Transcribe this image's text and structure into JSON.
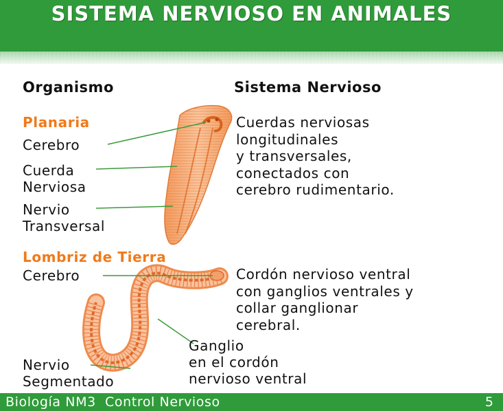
{
  "title": "SISTEMA NERVIOSO EN ANIMALES",
  "columns": {
    "left": "Organismo",
    "right": "Sistema Nervioso"
  },
  "planaria": {
    "name": "Planaria",
    "labels": {
      "brain": "Cerebro",
      "cord_1": "Cuerda",
      "cord_2": "Nerviosa",
      "nerve_1": "Nervio",
      "nerve_2": "Transversal"
    },
    "description": [
      "Cuerdas nerviosas",
      "longitudinales",
      "y transversales,",
      "conectados con",
      "cerebro rudimentario."
    ]
  },
  "earthworm": {
    "name": "Lombriz de Tierra",
    "labels": {
      "brain": "Cerebro",
      "nerve_1": "Nervio",
      "nerve_2": "Segmentado",
      "ganglion_1": "Ganglio",
      "ganglion_2": "en el cordón",
      "ganglion_3": "nervioso ventral"
    },
    "description": [
      "Cordón nervioso ventral",
      "con ganglios ventrales y",
      "collar ganglionar",
      "cerebral."
    ]
  },
  "footer": {
    "course": "Biología NM3  Control Nervioso",
    "page": "5"
  },
  "colors": {
    "banner": "#2f9b3a",
    "heading_orange": "#f07a1a",
    "body_fill": "#f7b487",
    "pointer_line": "#3a9a3a"
  }
}
